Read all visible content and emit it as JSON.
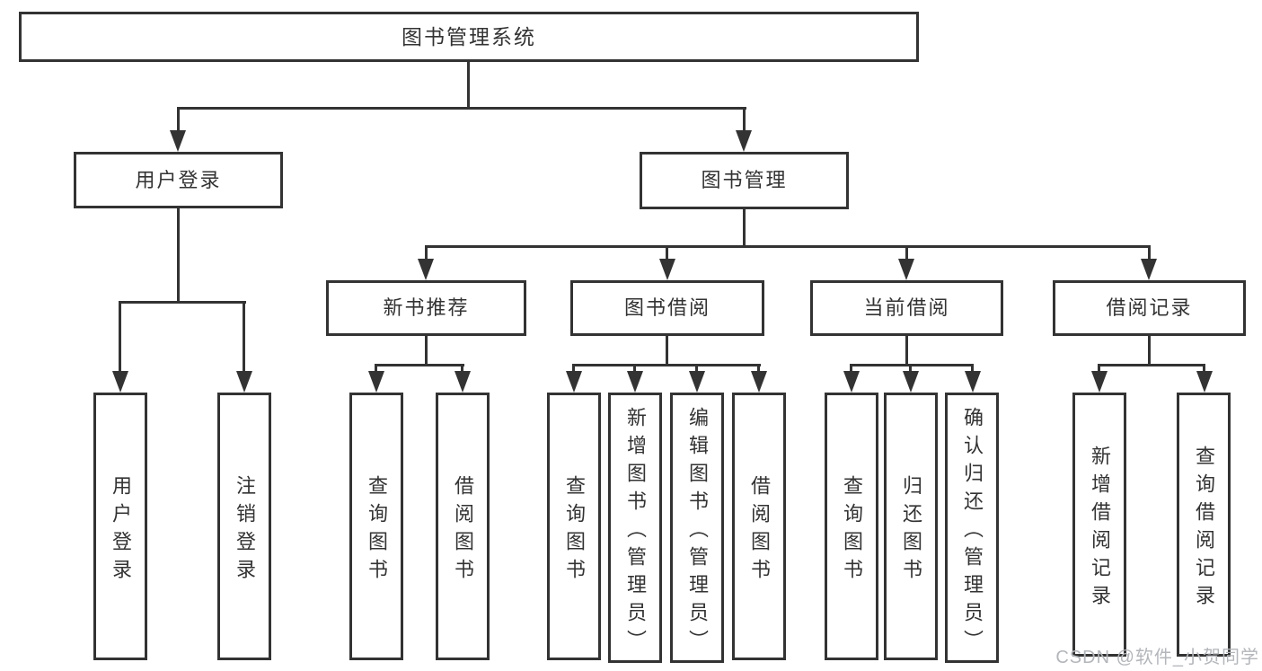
{
  "tree": {
    "root": {
      "label": "图书管理系统"
    },
    "level2": [
      {
        "label": "用户登录",
        "children": [
          {
            "label": "用户登录"
          },
          {
            "label": "注销登录"
          }
        ]
      },
      {
        "label": "图书管理",
        "children": [
          {
            "label": "新书推荐",
            "children": [
              {
                "label": "查询图书"
              },
              {
                "label": "借阅图书"
              }
            ]
          },
          {
            "label": "图书借阅",
            "children": [
              {
                "label": "查询图书"
              },
              {
                "label": "新增图书（管理员）"
              },
              {
                "label": "编辑图书（管理员）"
              },
              {
                "label": "借阅图书"
              }
            ]
          },
          {
            "label": "当前借阅",
            "children": [
              {
                "label": "查询图书"
              },
              {
                "label": "归还图书"
              },
              {
                "label": "确认归还（管理员）"
              }
            ]
          },
          {
            "label": "借阅记录",
            "children": [
              {
                "label": "新增借阅记录"
              },
              {
                "label": "查询借阅记录"
              }
            ]
          }
        ]
      }
    ]
  },
  "watermark": {
    "text": "CSDN @软件_小贺同学"
  },
  "colors": {
    "line": "#333333",
    "text": "#333333",
    "box_bg": "#ffffff",
    "page_bg": "#ffffff",
    "watermark": "#b3b6ba"
  }
}
